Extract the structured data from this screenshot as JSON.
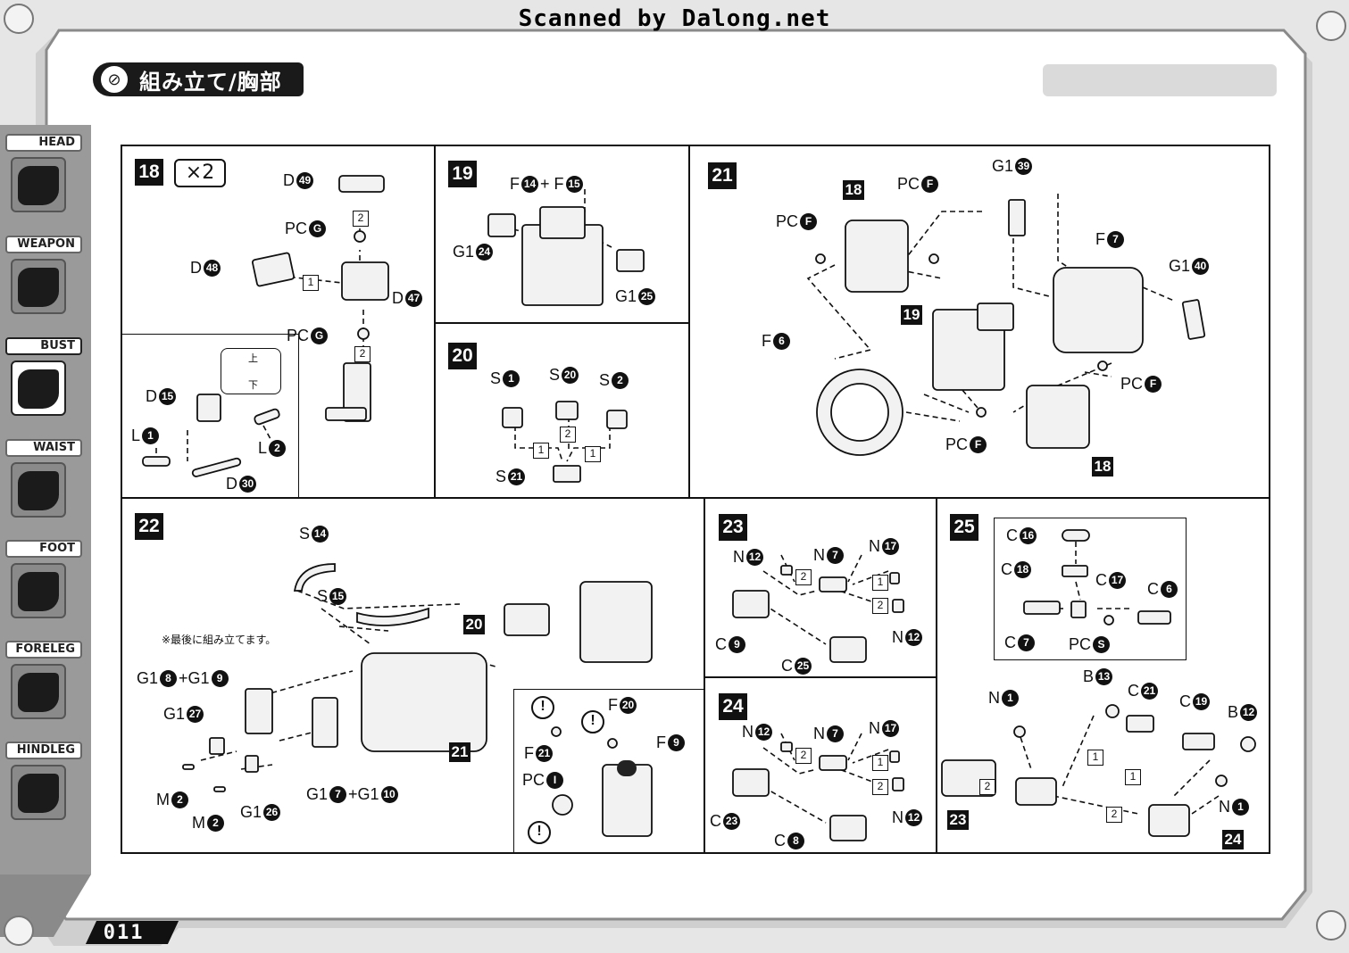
{
  "scan_credit": "Scanned by Dalong.net",
  "section_title": "組み立て/胸部",
  "page_number": "011",
  "sidebar": {
    "items": [
      {
        "label": "HEAD",
        "active": false
      },
      {
        "label": "WEAPON",
        "active": false
      },
      {
        "label": "BUST",
        "active": true
      },
      {
        "label": "WAIST",
        "active": false
      },
      {
        "label": "FOOT",
        "active": false
      },
      {
        "label": "FORELEG",
        "active": false
      },
      {
        "label": "HINDLEG",
        "active": false
      }
    ]
  },
  "steps": {
    "s18": {
      "num": "18",
      "multiplier": "×2",
      "up": "上",
      "down": "下"
    },
    "s19": {
      "num": "19"
    },
    "s20": {
      "num": "20"
    },
    "s21": {
      "num": "21"
    },
    "s22": {
      "num": "22",
      "note": "※最後に組み立てます。"
    },
    "s23": {
      "num": "23"
    },
    "s24": {
      "num": "24"
    },
    "s25": {
      "num": "25"
    }
  },
  "labels": {
    "l18": [
      {
        "t": "D",
        "n": "49"
      },
      {
        "t": "PC",
        "n": "G"
      },
      {
        "t": "D",
        "n": "48"
      },
      {
        "t": "D",
        "n": "47"
      },
      {
        "t": "PC",
        "n": "G"
      },
      {
        "t": "D",
        "n": "15"
      },
      {
        "t": "L",
        "n": "1"
      },
      {
        "t": "L",
        "n": "2"
      },
      {
        "t": "D",
        "n": "30"
      }
    ],
    "l19": [
      {
        "t": "F",
        "n": "14"
      },
      {
        "t": "+ F",
        "n": "15"
      },
      {
        "t": "G1",
        "n": "24"
      },
      {
        "t": "G1",
        "n": "25"
      }
    ],
    "l20": [
      {
        "t": "S",
        "n": "1"
      },
      {
        "t": "S",
        "n": "20"
      },
      {
        "t": "S",
        "n": "2"
      },
      {
        "t": "S",
        "n": "21"
      }
    ],
    "l21": [
      {
        "t": "G1",
        "n": "39"
      },
      {
        "t": "PC",
        "n": "F"
      },
      {
        "t": "PC",
        "n": "F"
      },
      {
        "t": "F",
        "n": "7"
      },
      {
        "t": "G1",
        "n": "40"
      },
      {
        "t": "F",
        "n": "6"
      },
      {
        "t": "PC",
        "n": "F"
      },
      {
        "t": "PC",
        "n": "F"
      }
    ],
    "l22": [
      {
        "t": "S",
        "n": "14"
      },
      {
        "t": "S",
        "n": "15"
      },
      {
        "t": "G1",
        "n": "8"
      },
      {
        "t": "+G1",
        "n": "9"
      },
      {
        "t": "G1",
        "n": "27"
      },
      {
        "t": "M",
        "n": "2"
      },
      {
        "t": "M",
        "n": "2"
      },
      {
        "t": "G1",
        "n": "26"
      },
      {
        "t": "G1",
        "n": "7"
      },
      {
        "t": "+G1",
        "n": "10"
      },
      {
        "t": "F",
        "n": "20"
      },
      {
        "t": "F",
        "n": "21"
      },
      {
        "t": "F",
        "n": "9"
      },
      {
        "t": "PC",
        "n": "I"
      }
    ],
    "l23": [
      {
        "t": "N",
        "n": "12"
      },
      {
        "t": "N",
        "n": "7"
      },
      {
        "t": "N",
        "n": "17"
      },
      {
        "t": "N",
        "n": "12"
      },
      {
        "t": "C",
        "n": "9"
      },
      {
        "t": "C",
        "n": "25"
      }
    ],
    "l24": [
      {
        "t": "N",
        "n": "12"
      },
      {
        "t": "N",
        "n": "7"
      },
      {
        "t": "N",
        "n": "17"
      },
      {
        "t": "N",
        "n": "12"
      },
      {
        "t": "C",
        "n": "23"
      },
      {
        "t": "C",
        "n": "8"
      }
    ],
    "l25": [
      {
        "t": "C",
        "n": "16"
      },
      {
        "t": "C",
        "n": "18"
      },
      {
        "t": "C",
        "n": "17"
      },
      {
        "t": "C",
        "n": "6"
      },
      {
        "t": "C",
        "n": "7"
      },
      {
        "t": "PC",
        "n": "S"
      },
      {
        "t": "N",
        "n": "1"
      },
      {
        "t": "B",
        "n": "13"
      },
      {
        "t": "C",
        "n": "21"
      },
      {
        "t": "C",
        "n": "19"
      },
      {
        "t": "B",
        "n": "12"
      },
      {
        "t": "N",
        "n": "1"
      }
    ]
  },
  "refs": {
    "r18a": "18",
    "r18b": "18",
    "r19": "19",
    "r20": "20",
    "r21": "21",
    "r23": "23",
    "r24": "24"
  },
  "seq": {
    "one": "1",
    "two": "2"
  },
  "warn_mark": "!"
}
